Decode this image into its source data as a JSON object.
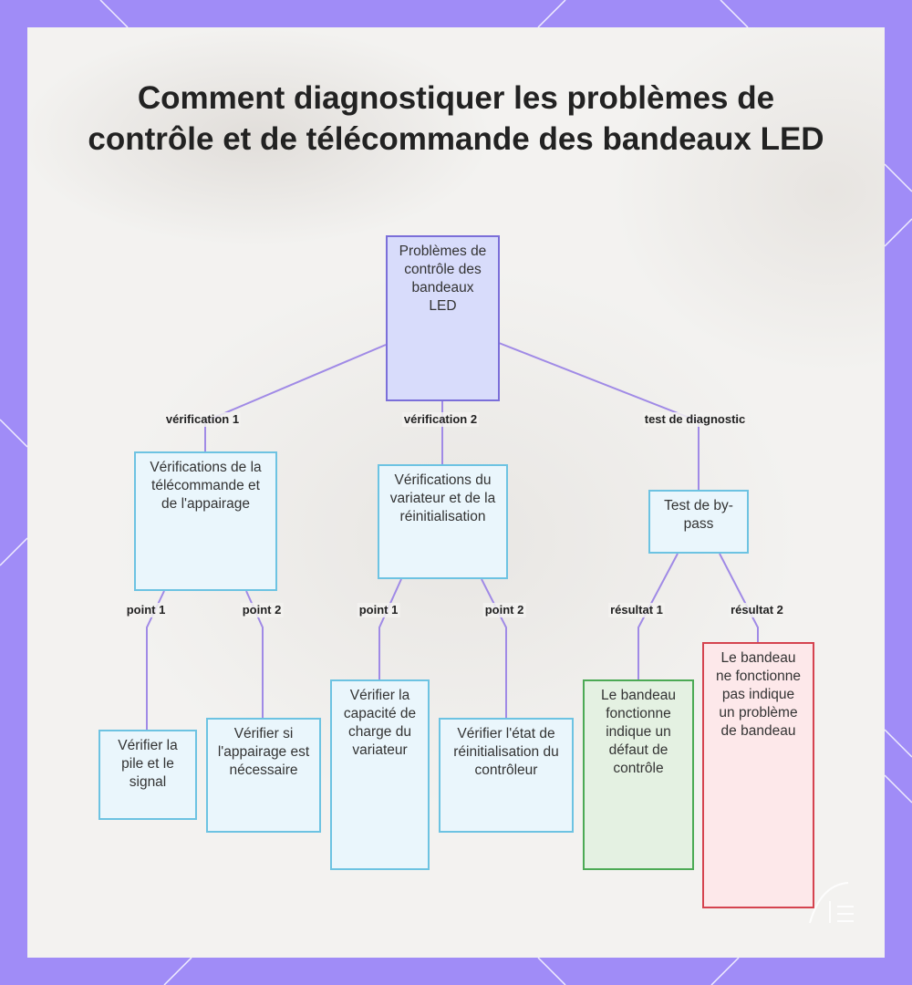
{
  "title": "Comment diagnostiquer les problèmes de contrôle et de télécommande des bandeaux LED",
  "nodes": {
    "root": "Problèmes de contrôle des bandeaux LED",
    "remote_checks": "Vérifications de la télécommande et de l'appairage",
    "dimmer_checks": "Vérifications du variateur et de la réinitialisation",
    "bypass_test": "Test de by-pass",
    "battery": "Vérifier la pile et le signal",
    "pairing": "Vérifier si l'appairage est nécessaire",
    "capacity": "Vérifier la capacité de charge du variateur",
    "reset_state": "Vérifier l'état de réinitialisation du contrôleur",
    "strip_works": "Le bandeau fonctionne indique un défaut de contrôle",
    "strip_fails": "Le bandeau ne fonctionne pas indique un problème de bandeau"
  },
  "edge_labels": {
    "verification1": "vérification 1",
    "verification2": "vérification 2",
    "diagnostic_test": "test de diagnostic",
    "remote_point1": "point 1",
    "remote_point2": "point 2",
    "dimmer_point1": "point 1",
    "dimmer_point2": "point 2",
    "result1": "résultat 1",
    "result2": "résultat 2"
  },
  "colors": {
    "background": "#a08cf7",
    "edge": "#a08ae6",
    "root_fill": "#d8dcfb",
    "leaf_fill": "#eaf6fc",
    "positive_fill": "#e4f1e2",
    "negative_fill": "#fde8ea"
  }
}
